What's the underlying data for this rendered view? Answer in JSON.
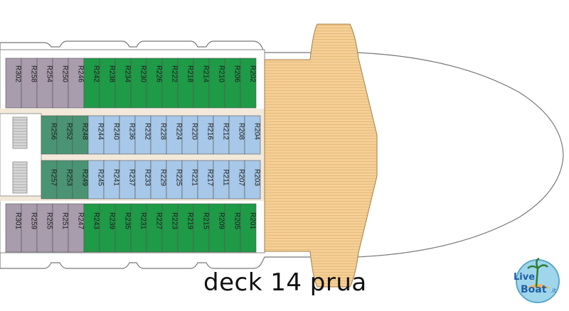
{
  "caption": "deck 14 prua",
  "logo": {
    "text_a": "Live",
    "text_b": "Boat",
    "text_c": ".it"
  },
  "colors": {
    "inside_blue": "#a7c8e8",
    "balcony_green": "#1f9a47",
    "teal": "#4a9474",
    "suite_purple": "#a89cad",
    "deck_wood": "#f5cf95",
    "hull": "#ffffff",
    "corridor": "#f2e9da"
  },
  "rows": {
    "top_outer": {
      "purple": [
        "R302",
        "R258",
        "R254",
        "R250",
        "R246"
      ],
      "green": [
        "R242",
        "R238",
        "R234",
        "R230",
        "R226",
        "R222",
        "R218",
        "R214",
        "R210",
        "R206",
        "R202"
      ]
    },
    "top_inner": {
      "teal": [
        "R256",
        "R252",
        "R248"
      ],
      "blue": [
        "R244",
        "R240",
        "R236",
        "R232",
        "R228",
        "R224",
        "R220",
        "R216",
        "R212",
        "R208",
        "R204"
      ]
    },
    "bottom_inner": {
      "teal": [
        "R257",
        "R253",
        "R249"
      ],
      "blue": [
        "R245",
        "R241",
        "R237",
        "R233",
        "R229",
        "R225",
        "R221",
        "R217",
        "R211",
        "R207",
        "R203"
      ]
    },
    "bottom_outer": {
      "purple": [
        "R301",
        "R259",
        "R255",
        "R251",
        "R247"
      ],
      "green": [
        "R243",
        "R239",
        "R235",
        "R231",
        "R227",
        "R223",
        "R219",
        "R215",
        "R209",
        "R205",
        "R201"
      ]
    }
  }
}
